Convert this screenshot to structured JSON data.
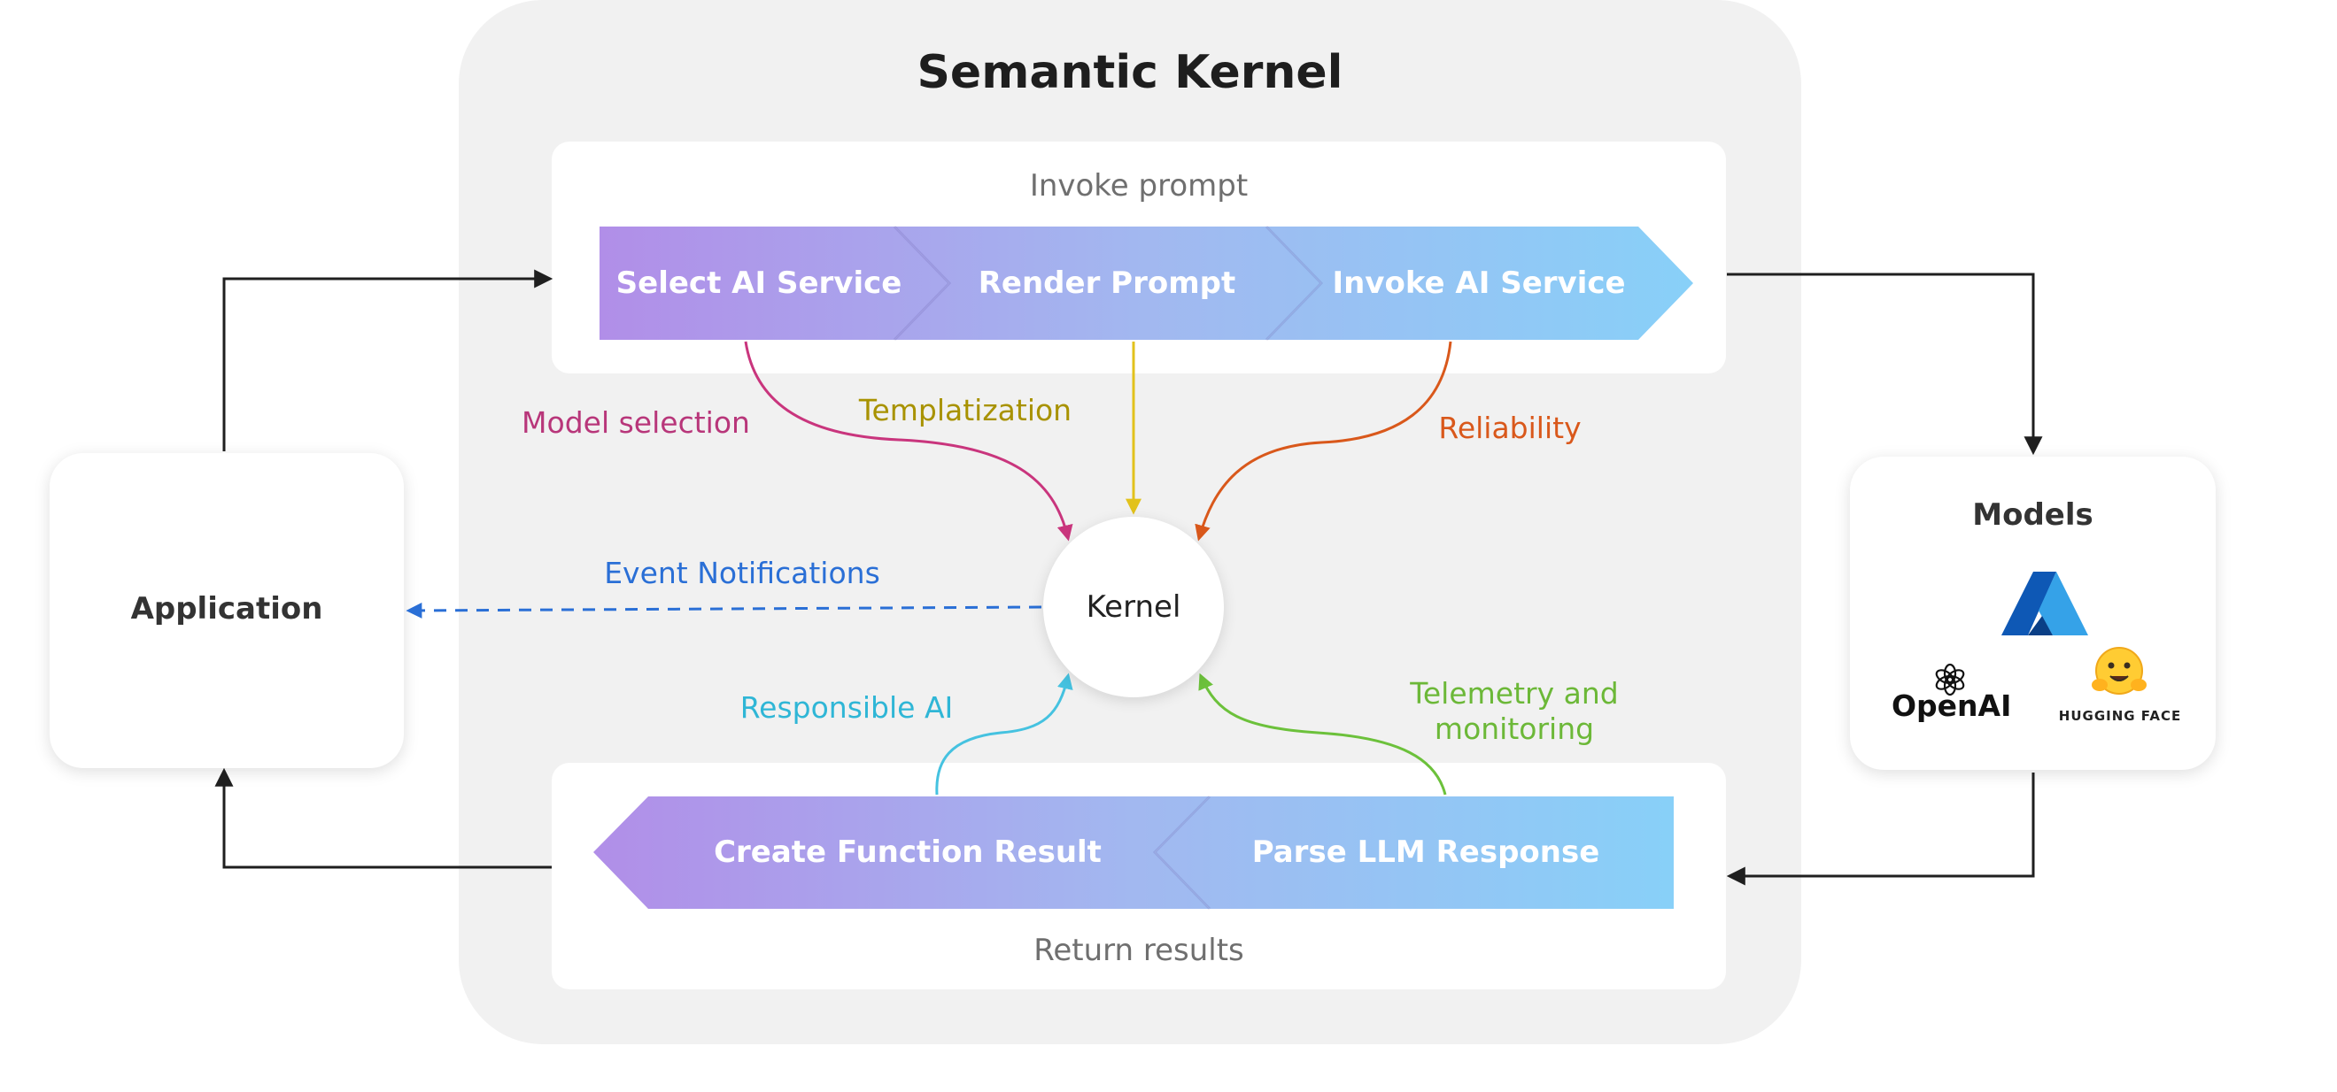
{
  "title": "Semantic Kernel",
  "invoke_panel": {
    "label": "Invoke prompt",
    "steps": [
      "Select AI Service",
      "Render Prompt",
      "Invoke AI Service"
    ]
  },
  "return_panel": {
    "label": "Return results",
    "steps": [
      "Create Function Result",
      "Parse LLM Response"
    ]
  },
  "kernel": {
    "label": "Kernel"
  },
  "application": {
    "label": "Application"
  },
  "models": {
    "title": "Models",
    "providers": [
      "Azure",
      "OpenAI",
      "HUGGING FACE"
    ]
  },
  "annotations": {
    "model_selection": "Model selection",
    "templatization": "Templatization",
    "reliability": "Reliability",
    "event_notifications": "Event Notifications",
    "responsible_ai": "Responsible AI",
    "telemetry_line1": "Telemetry and",
    "telemetry_line2": "monitoring"
  },
  "colors": {
    "gradient_start": "#b18ee8",
    "gradient_mid": "#a2b8f0",
    "gradient_end": "#88d0f8",
    "model_selection": "#b8367a",
    "templatization": "#a89200",
    "reliability": "#d9581b",
    "event_notifications": "#2a6fd6",
    "responsible_ai": "#2fb6d6",
    "telemetry": "#6cb838",
    "templatization_arrow": "#e2c21c"
  }
}
